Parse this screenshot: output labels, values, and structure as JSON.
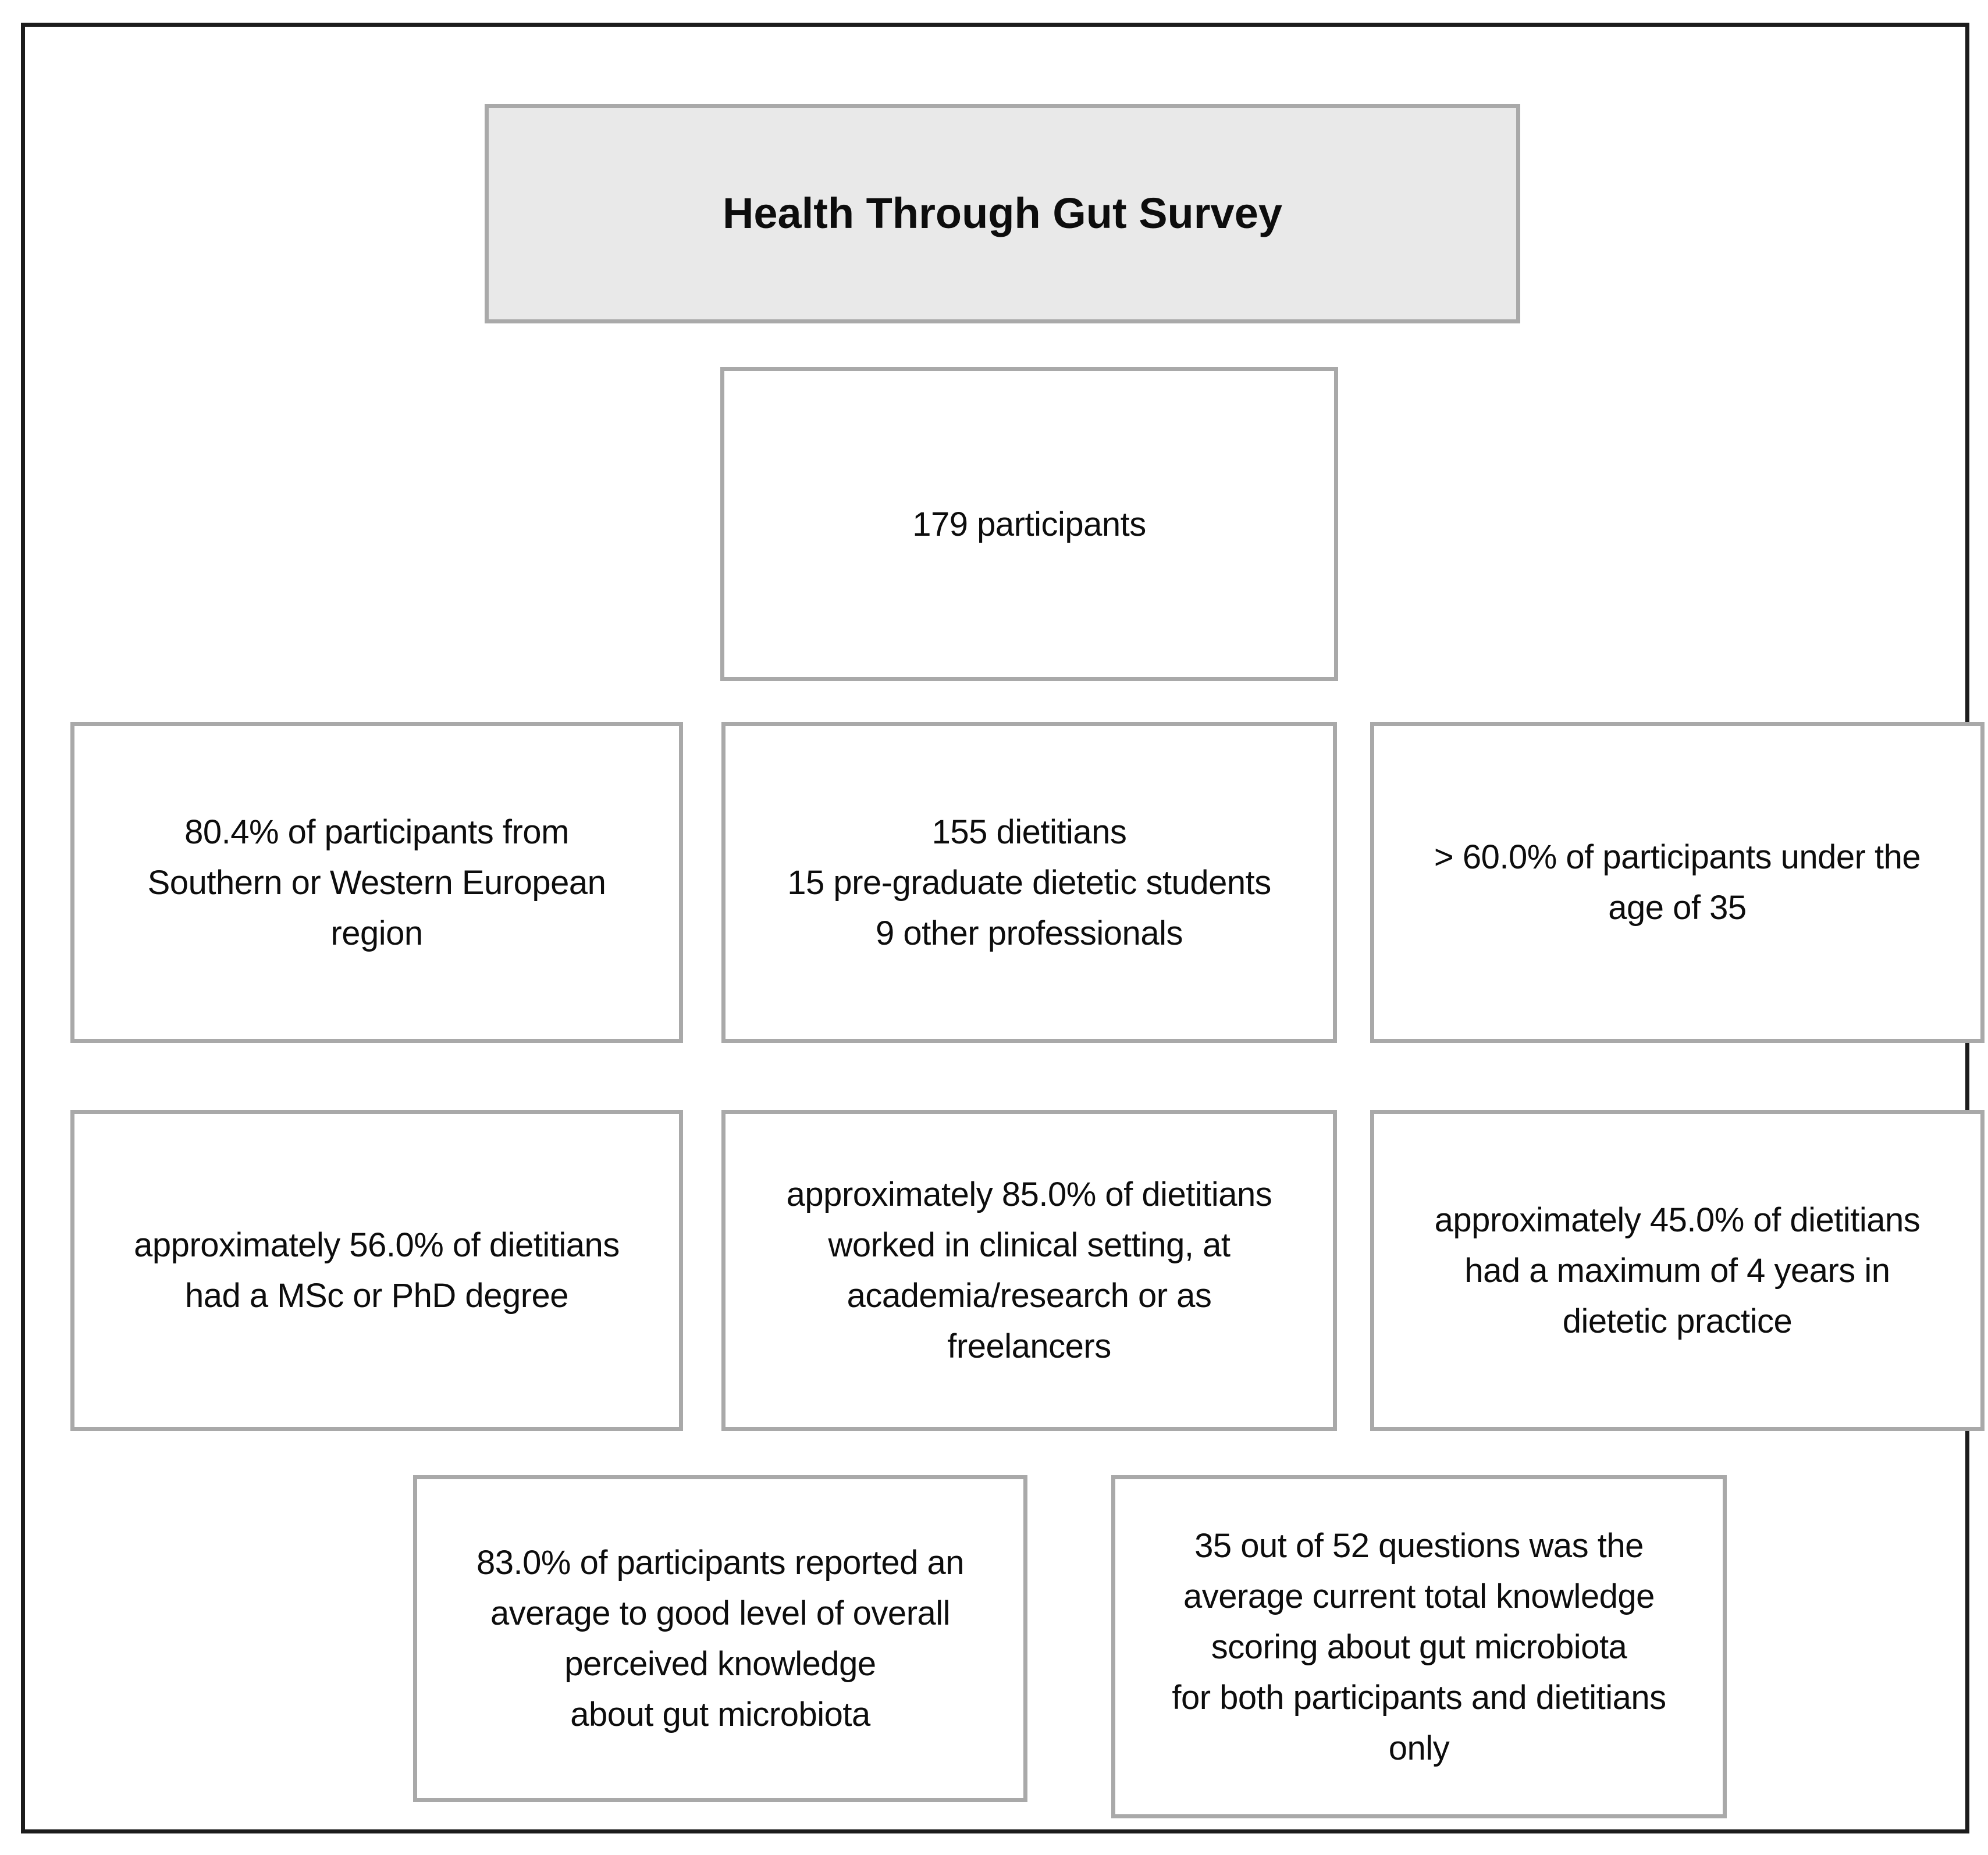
{
  "figure": {
    "title": "Health Through Gut Survey",
    "boxes": {
      "participants": "179 participants",
      "region": "80.4% of participants from\nSouthern or Western European\nregion",
      "professions": "155 dietitians\n15 pre-graduate dietetic students\n9 other professionals",
      "age": "> 60.0% of participants under the\nage of 35",
      "degree": "approximately 56.0% of dietitians\nhad a MSc or PhD degree",
      "work_setting": "approximately 85.0% of dietitians\nworked in clinical setting, at\nacademia/research or as\nfreelancers",
      "practice_years": "approximately 45.0% of dietitians\nhad a maximum of 4 years in\ndietetic practice",
      "perceived_knowledge": "83.0% of participants reported an\naverage to good level of overall\nperceived knowledge\nabout gut microbiota",
      "knowledge_score": "35 out of 52 questions was the\naverage current total knowledge\nscoring about gut microbiota\nfor both participants and dietitians\nonly"
    },
    "colors": {
      "outer_border": "#1c1c1c",
      "box_border": "#a9a9a9",
      "title_box_fill": "#e9e9e9",
      "box_fill": "#ffffff",
      "text": "#0d0d0d"
    }
  }
}
